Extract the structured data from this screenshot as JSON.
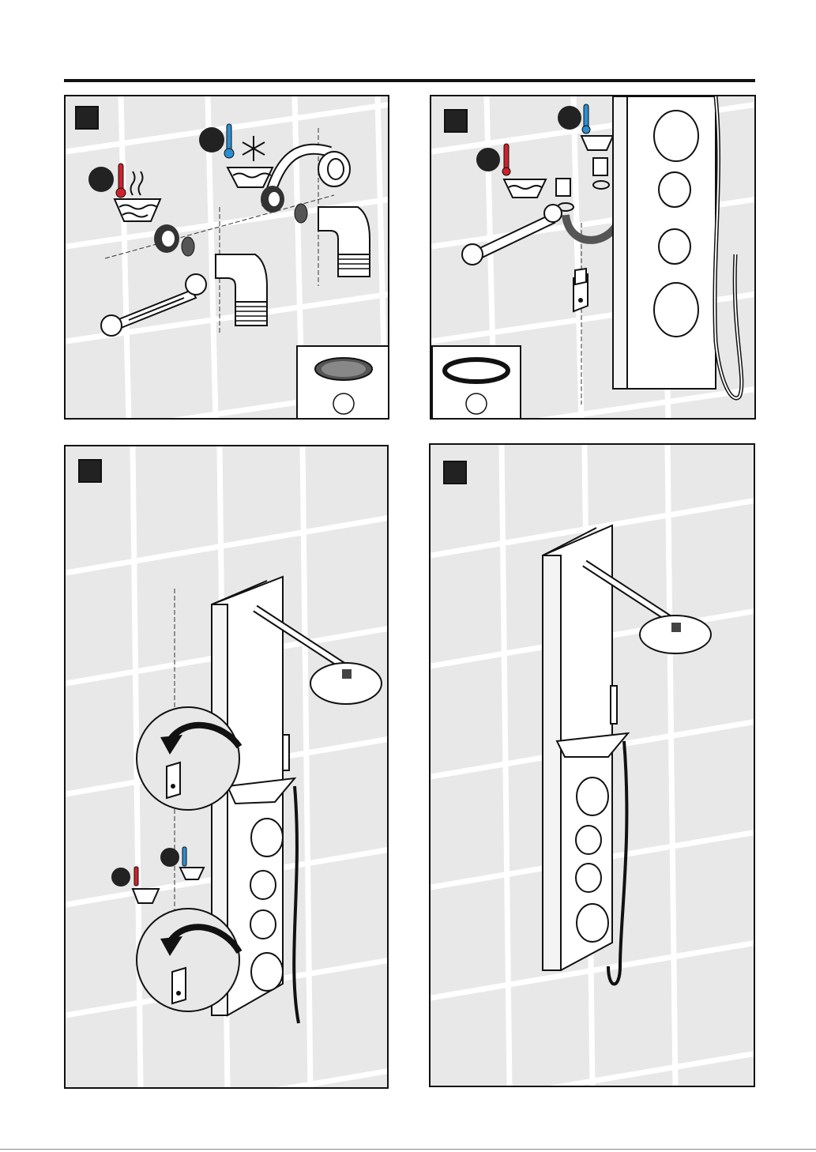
{
  "document": {
    "panels": [
      {
        "id": "step-1",
        "inset": "filter-washer"
      },
      {
        "id": "step-2",
        "inset": "flat-washer"
      },
      {
        "id": "step-3"
      },
      {
        "id": "step-4"
      }
    ],
    "colors": {
      "hot": "#d0202a",
      "cold": "#2a8fd0",
      "ink": "#111111",
      "tile": "#e8e8e8",
      "grout": "#ffffff"
    },
    "icons": [
      "hot-water-icon",
      "cold-water-icon",
      "wrench-icon",
      "elbow-fitting-icon",
      "filter-washer-icon",
      "flat-washer-icon",
      "mounting-bracket-icon",
      "rotate-arrow-icon"
    ]
  }
}
